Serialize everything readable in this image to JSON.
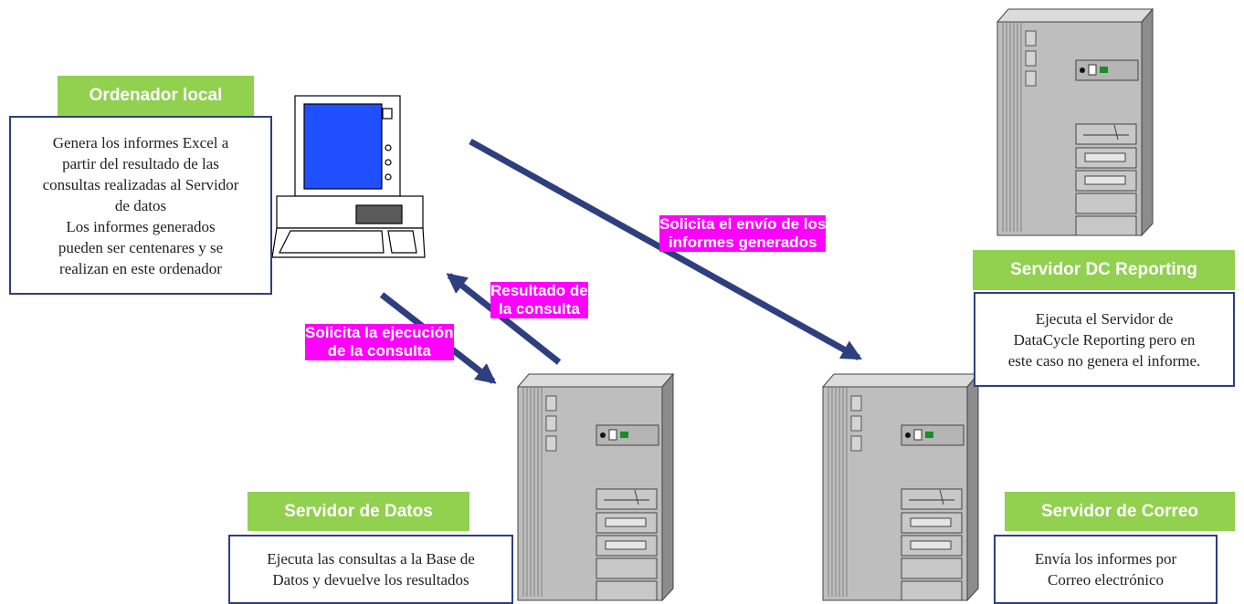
{
  "nodes": {
    "local": {
      "title": "Ordenador local",
      "desc": [
        "Genera los informes Excel a",
        "partir del resultado de las",
        "consultas realizadas al Servidor",
        "de datos",
        "Los informes generados",
        "pueden ser centenares y se",
        "realizan en este ordenador"
      ]
    },
    "reporting": {
      "title": "Servidor DC Reporting",
      "desc": [
        "Ejecuta el Servidor de",
        "DataCycle Reporting pero en",
        "este caso no genera el informe."
      ]
    },
    "datos": {
      "title": "Servidor de Datos",
      "desc": [
        "Ejecuta las consultas a la Base de",
        "Datos y devuelve los resultados"
      ]
    },
    "correo": {
      "title": "Servidor de Correo",
      "desc": [
        "Envía los informes por",
        "Correo electrónico"
      ]
    }
  },
  "edges": {
    "solicita_envio": [
      "Solicita el envío de los",
      "informes generados"
    ],
    "resultado": [
      "Resultado de",
      "la consulta"
    ],
    "solicita_ejecucion": [
      "Solicita la ejecución",
      "de la consulta"
    ]
  },
  "colors": {
    "badge": "#92d050",
    "label_bg": "#ff00ff",
    "arrow": "#2e3f7f",
    "screen": "#1f4fff",
    "server_body": "#bebebe"
  }
}
